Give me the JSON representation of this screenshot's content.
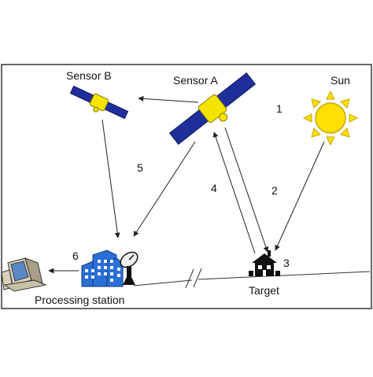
{
  "labels": {
    "sensor_b": "Sensor B",
    "sensor_a": "Sensor A",
    "sun": "Sun",
    "target": "Target",
    "processing_station": "Processing station"
  },
  "steps": {
    "s1": "1",
    "s2": "2",
    "s3": "3",
    "s4": "4",
    "s5": "5",
    "s6": "6"
  },
  "icons": {
    "sensor_a": "satellite-icon",
    "sensor_b": "satellite-icon",
    "sun": "sun-icon",
    "target": "house-icon",
    "station_computer": "computer-icon",
    "station_building": "building-icon",
    "station_dish": "satellite-dish-icon"
  },
  "colors": {
    "satellite_body": "#f5e400",
    "solar_panel": "#1f2f9a",
    "sun_fill": "#ffe000",
    "sun_stroke": "#c8a800",
    "building_fill": "#2a6fd6",
    "arrow": "#222222"
  }
}
